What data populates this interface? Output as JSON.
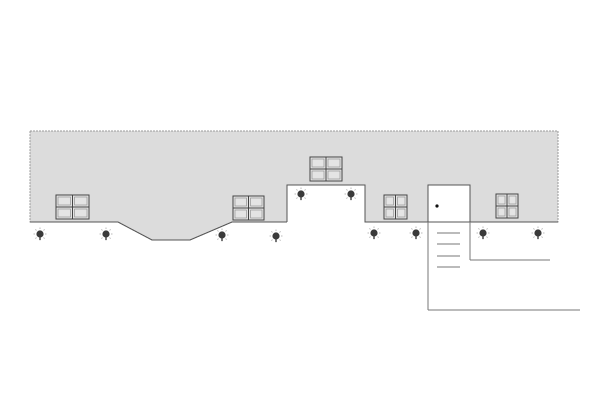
{
  "elevation": {
    "colors": {
      "background": "#ffffff",
      "wall_fill": "#dcdcdc",
      "wall_edge": "#9a9a9a",
      "line": "#555555",
      "window_fill": "#e4e4e4",
      "window_frame": "#444444",
      "lamp": "#3a3a3a",
      "door_fill": "#ffffff",
      "knob": "#111111"
    },
    "windows": [
      {
        "id": "window-left",
        "panes": 4
      },
      {
        "id": "window-center",
        "panes": 4
      },
      {
        "id": "window-upper",
        "panes": 4
      },
      {
        "id": "window-right-a",
        "panes": 4
      },
      {
        "id": "window-right-b",
        "panes": 4
      }
    ],
    "lamps": [
      {
        "id": "lamp-1"
      },
      {
        "id": "lamp-2"
      },
      {
        "id": "lamp-3"
      },
      {
        "id": "lamp-4"
      },
      {
        "id": "lamp-5"
      },
      {
        "id": "lamp-6"
      },
      {
        "id": "lamp-7"
      },
      {
        "id": "lamp-8"
      },
      {
        "id": "lamp-9"
      },
      {
        "id": "lamp-10"
      }
    ],
    "stair_steps": 4,
    "door": {
      "icon": "door-icon",
      "has_knob": true
    }
  }
}
